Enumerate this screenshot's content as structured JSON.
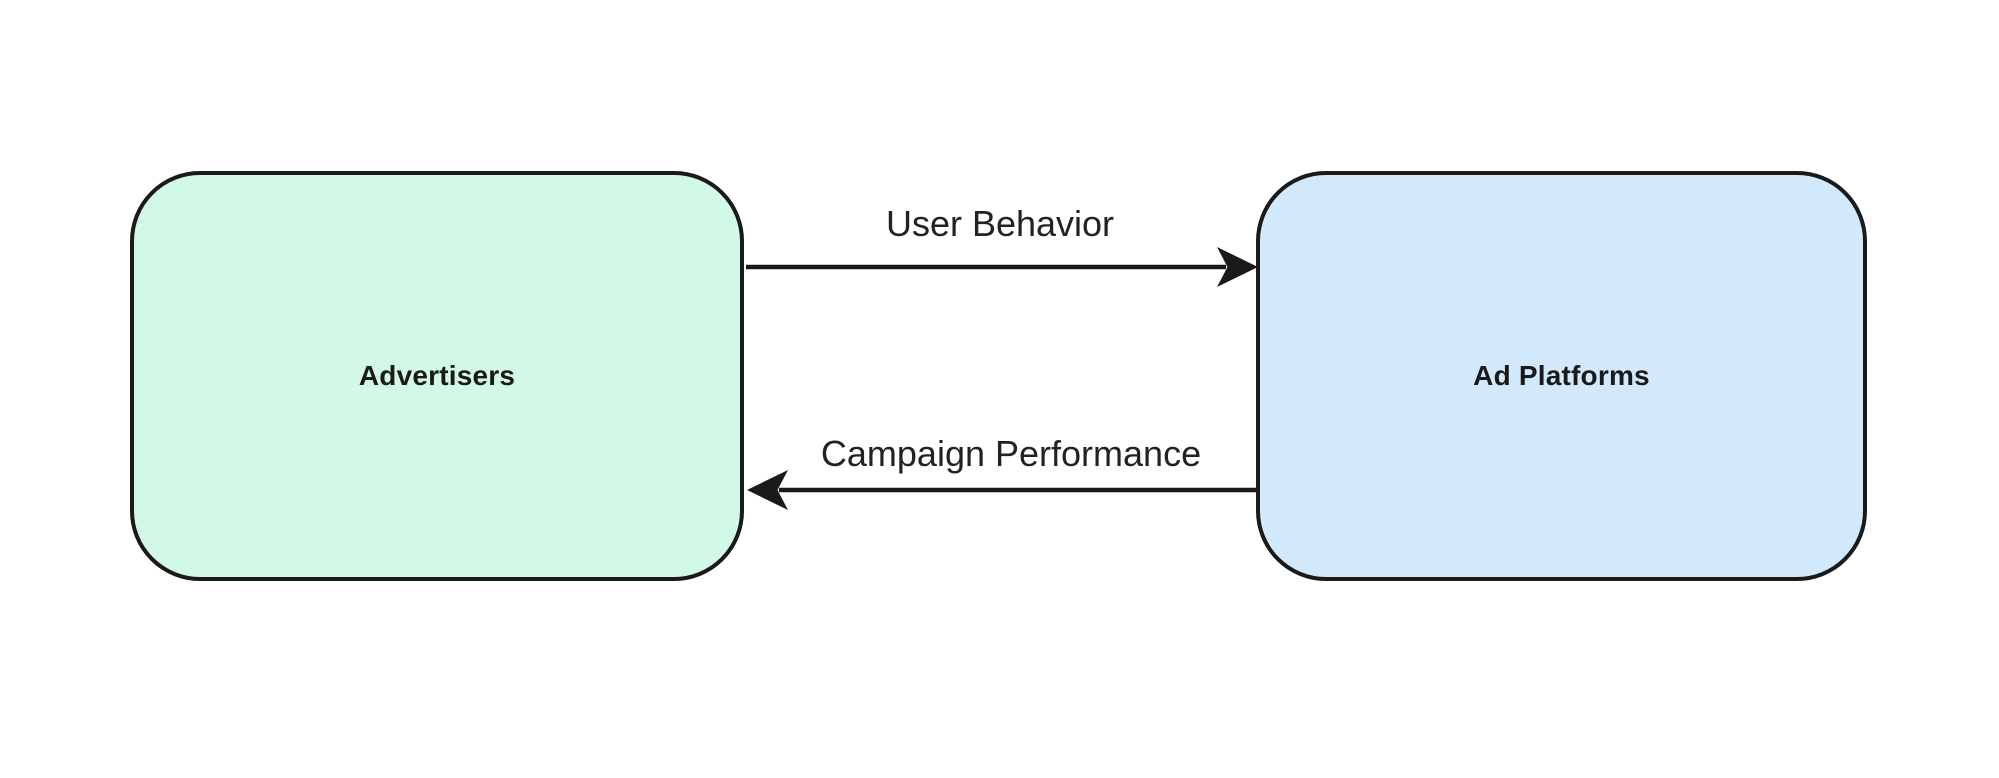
{
  "diagram": {
    "background_color": "#ffffff",
    "stroke_color": "#1a1a1a",
    "nodes": [
      {
        "id": "advertisers",
        "label": "Advertisers",
        "fill": "#d2f8e6"
      },
      {
        "id": "ad-platforms",
        "label": "Ad Platforms",
        "fill": "#d2e9fc"
      }
    ],
    "edges": [
      {
        "id": "user-behavior",
        "label": "User Behavior",
        "from": "Advertisers",
        "to": "Ad Platforms",
        "direction": "right"
      },
      {
        "id": "campaign-performance",
        "label": "Campaign Performance",
        "from": "Ad Platforms",
        "to": "Advertisers",
        "direction": "left"
      }
    ]
  }
}
